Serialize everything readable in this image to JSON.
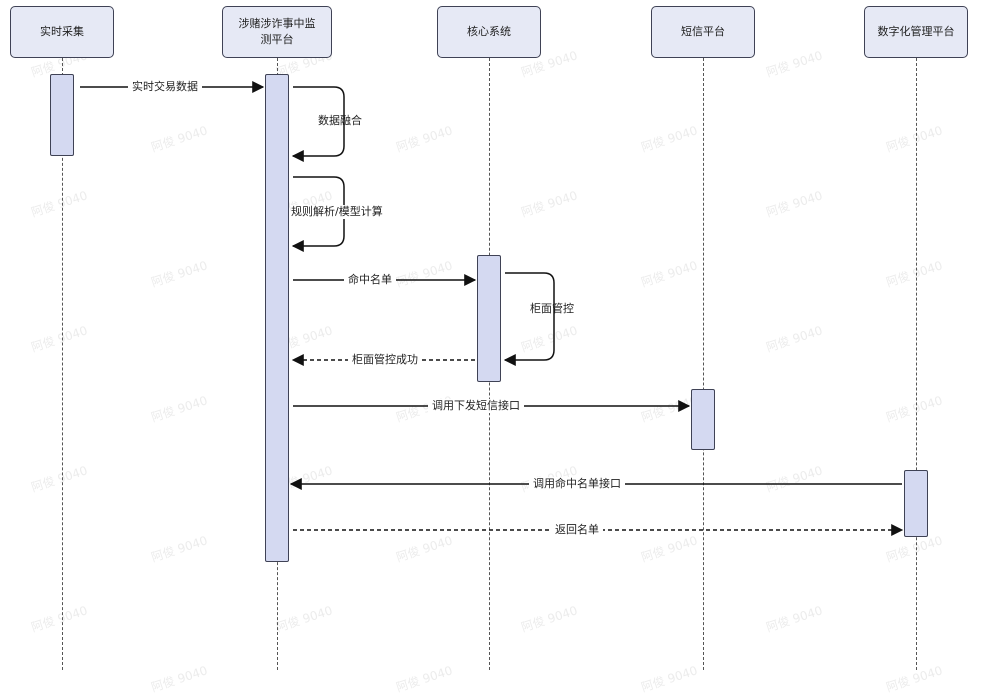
{
  "participants": [
    {
      "id": "collect",
      "label": "实时采集"
    },
    {
      "id": "monitor",
      "label_line1": "涉赌涉诈事中监",
      "label_line2": "测平台"
    },
    {
      "id": "core",
      "label": "核心系统"
    },
    {
      "id": "sms",
      "label": "短信平台"
    },
    {
      "id": "mgmt",
      "label": "数字化管理平台"
    }
  ],
  "messages": [
    {
      "from": "collect",
      "to": "monitor",
      "label": "实时交易数据",
      "style": "solid"
    },
    {
      "from": "monitor",
      "to": "monitor",
      "label": "数据融合",
      "style": "solid"
    },
    {
      "from": "monitor",
      "to": "monitor",
      "label": "规则解析/模型计算",
      "style": "solid"
    },
    {
      "from": "monitor",
      "to": "core",
      "label": "命中名单",
      "style": "solid"
    },
    {
      "from": "core",
      "to": "core",
      "label": "柜面管控",
      "style": "solid"
    },
    {
      "from": "core",
      "to": "monitor",
      "label": "柜面管控成功",
      "style": "dashed"
    },
    {
      "from": "monitor",
      "to": "sms",
      "label": "调用下发短信接口",
      "style": "solid"
    },
    {
      "from": "mgmt",
      "to": "monitor",
      "label": "调用命中名单接口",
      "style": "solid"
    },
    {
      "from": "monitor",
      "to": "mgmt",
      "label": "返回名单",
      "style": "dashed"
    }
  ],
  "watermark": "阿俊 9040"
}
